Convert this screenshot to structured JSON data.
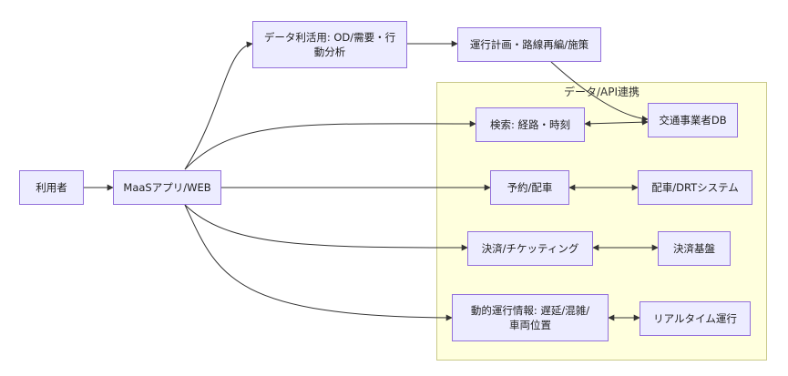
{
  "cluster": {
    "label": "データ/API連携"
  },
  "nodes": {
    "user": "利用者",
    "maas": "MaaSアプリ/WEB",
    "data": "データ利活用: OD/需要・行\n動分析",
    "plan": "運行計画・路線再編/施策",
    "db": "交通事業者DB",
    "search": "検索: 経路・時刻",
    "reserve": "予約/配車",
    "drt": "配車/DRTシステム",
    "pay": "決済/チケッティング",
    "paybase": "決済基盤",
    "info": "動的運行情報: 遅延/混雑/\n車両位置",
    "realtime": "リアルタイム運行"
  }
}
